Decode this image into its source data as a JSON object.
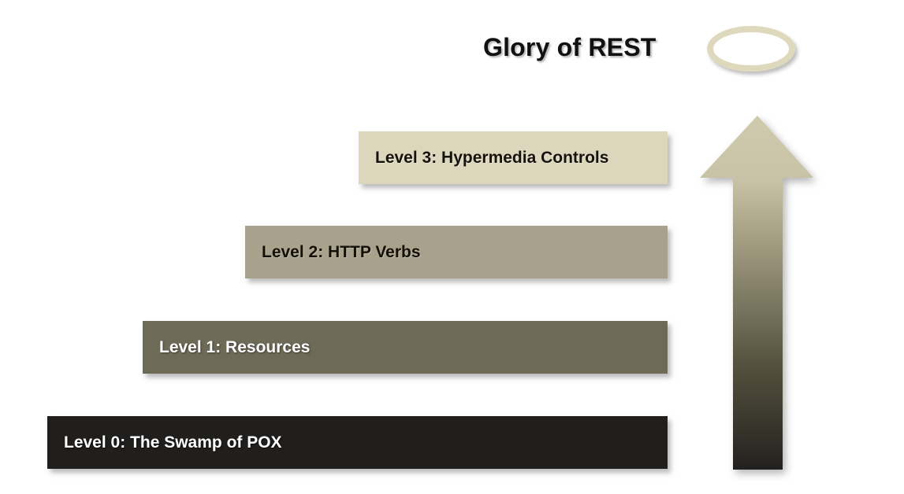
{
  "slide": {
    "title": "Glory of REST",
    "background_color": "#ffffff"
  },
  "halo": {
    "name": "halo-ring",
    "color": "#ded8bd"
  },
  "arrow": {
    "name": "upward-progress-arrow",
    "direction": "up",
    "gradient_top_color": "#cfc9ad",
    "gradient_mid_color": "#6f6a57",
    "gradient_bottom_color": "#23211f"
  },
  "levels": [
    {
      "id": "level-3",
      "label": "Level 3: Hypermedia Controls",
      "fill": "#dcd6bc",
      "text_color": "#17130c"
    },
    {
      "id": "level-2",
      "label": "Level 2: HTTP Verbs",
      "fill": "#a8a18b",
      "text_color": "#141008"
    },
    {
      "id": "level-1",
      "label": "Level 1: Resources",
      "fill": "#6e6a58",
      "text_color": "#ffffff"
    },
    {
      "id": "level-0",
      "label": "Level 0: The Swamp of POX",
      "fill": "#211f1d",
      "text_color": "#ffffff"
    }
  ]
}
